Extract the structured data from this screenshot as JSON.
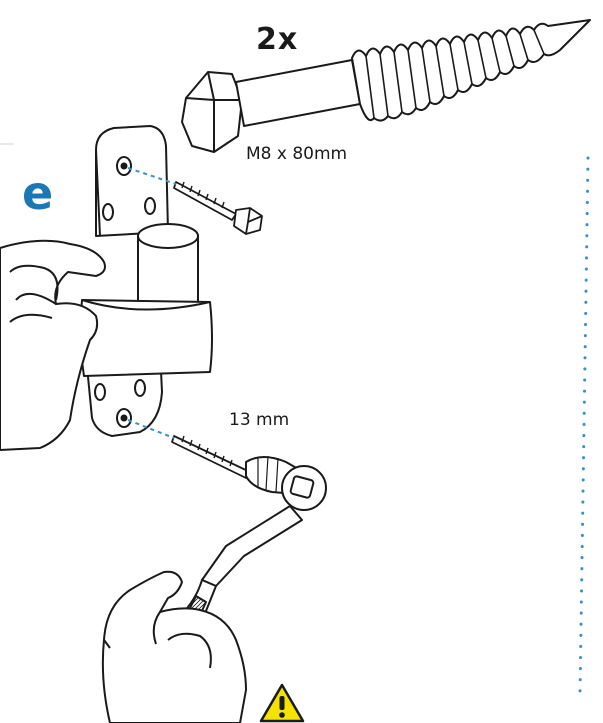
{
  "screw": {
    "quantity_label": "2x",
    "size_label": "M8 x 80mm"
  },
  "step": {
    "letter": "e"
  },
  "tool": {
    "socket_size_label": "13 mm"
  },
  "warning": {
    "icon": "warning-triangle-icon",
    "color": "#f4e200"
  },
  "colors": {
    "step_letter": "#1a78b4",
    "dotted_guide": "#3a8fc4"
  }
}
